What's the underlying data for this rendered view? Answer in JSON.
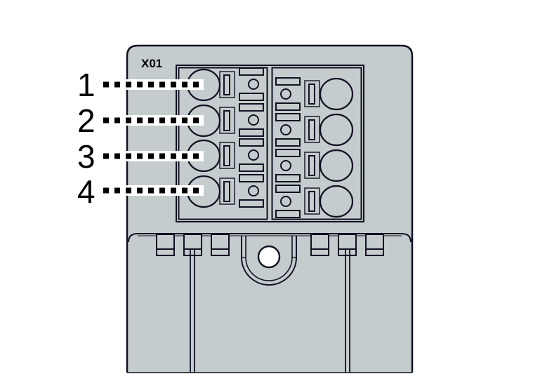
{
  "diagram": {
    "type": "connector-terminal-drawing",
    "connector_label": "X01",
    "callouts": [
      {
        "number": "1",
        "row": 0
      },
      {
        "number": "2",
        "row": 1
      },
      {
        "number": "3",
        "row": 2
      },
      {
        "number": "4",
        "row": 3
      }
    ],
    "terminal_rows": 4,
    "terminal_columns": 2,
    "colors": {
      "housing_fill": "#c5cccd",
      "stroke": "#111122",
      "background": "#ffffff",
      "hole_fill": "#ffffff",
      "text": "#000000"
    }
  }
}
